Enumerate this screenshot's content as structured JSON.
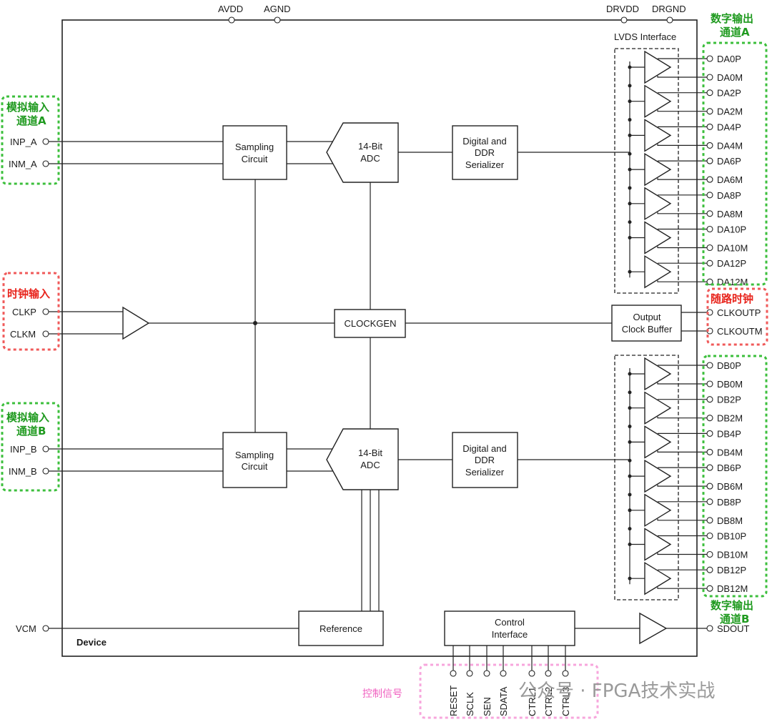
{
  "device_label": "Device",
  "top_pins": [
    "AVDD",
    "AGND",
    "DRVDD",
    "DRGND"
  ],
  "channel_a": {
    "inputs": [
      "INP_A",
      "INM_A"
    ],
    "sampling": [
      "Sampling",
      "Circuit"
    ],
    "adc": [
      "14-Bit",
      "ADC"
    ],
    "serializer": [
      "Digital and",
      "DDR",
      "Serializer"
    ]
  },
  "channel_b": {
    "inputs": [
      "INP_B",
      "INM_B"
    ],
    "sampling": [
      "Sampling",
      "Circuit"
    ],
    "adc": [
      "14-Bit",
      "ADC"
    ],
    "serializer": [
      "Digital and",
      "DDR",
      "Serializer"
    ]
  },
  "clock": {
    "inputs": [
      "CLKP",
      "CLKM"
    ],
    "clockgen": "CLOCKGEN",
    "output_buffer": [
      "Output",
      "Clock Buffer"
    ],
    "outputs": [
      "CLKOUTP",
      "CLKOUTM"
    ]
  },
  "lvds_label": "LVDS Interface",
  "outputs_a": [
    "DA0P",
    "DA0M",
    "DA2P",
    "DA2M",
    "DA4P",
    "DA4M",
    "DA6P",
    "DA6M",
    "DA8P",
    "DA8M",
    "DA10P",
    "DA10M",
    "DA12P",
    "DA12M"
  ],
  "outputs_b": [
    "DB0P",
    "DB0M",
    "DB2P",
    "DB2M",
    "DB4P",
    "DB4M",
    "DB6P",
    "DB6M",
    "DB8P",
    "DB8M",
    "DB10P",
    "DB10M",
    "DB12P",
    "DB12M"
  ],
  "vcm": "VCM",
  "reference": "Reference",
  "control": {
    "block": [
      "Control",
      "Interface"
    ],
    "pins": [
      "RESET",
      "SCLK",
      "SEN",
      "SDATA",
      "CTRL1",
      "CTRL2",
      "CTRL3"
    ],
    "sdout": "SDOUT"
  },
  "annotations": {
    "analog_a": [
      "模拟输入",
      "通道A"
    ],
    "analog_b": [
      "模拟输入",
      "通道B"
    ],
    "clock_in": "时钟输入",
    "clock_out": "随路时钟",
    "digital_a": [
      "数字输出",
      "通道A"
    ],
    "digital_b": [
      "数字输出",
      "通道B"
    ],
    "control_signals": "控制信号"
  },
  "watermark": "公众号 · FPGA技术实战",
  "colors": {
    "green": "#1f9a1f",
    "red": "#e8241c",
    "pink": "#f060c0"
  }
}
